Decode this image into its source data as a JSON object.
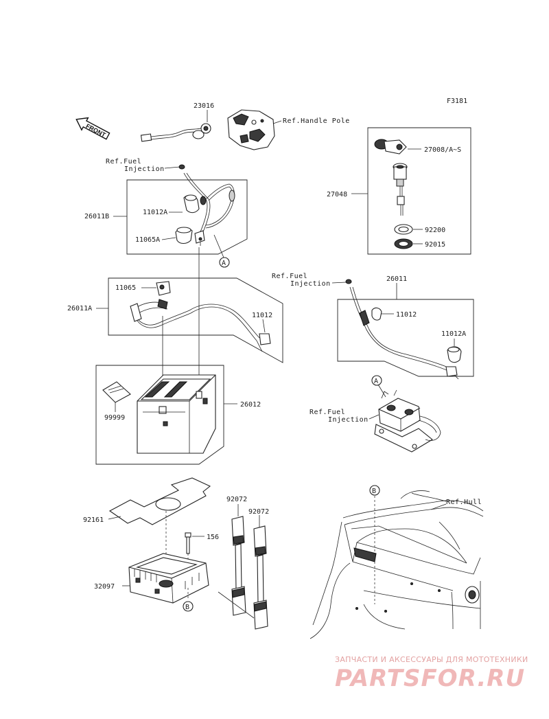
{
  "figure_code": "F3181",
  "front_label": "FRONT",
  "refs": {
    "handle_pole": "Ref.Handle Pole",
    "hull": "Ref.Hull",
    "fuel_injection_1": [
      "Ref.Fuel",
      "Injection"
    ],
    "fuel_injection_2": [
      "Ref.Fuel",
      "Injection"
    ],
    "fuel_injection_3": [
      "Ref.Fuel",
      "Injection"
    ]
  },
  "parts": {
    "p23016": "23016",
    "p26011B": "26011B",
    "p11012A_left": "11012A",
    "p11065A": "11065A",
    "p11065": "11065",
    "p26011A": "26011A",
    "p11012_left": "11012",
    "p99999": "99999",
    "p26012": "26012",
    "p27008": "27008/A~S",
    "p27048": "27048",
    "p92200": "92200",
    "p92015": "92015",
    "p26011": "26011",
    "p11012_right": "11012",
    "p11012A_right": "11012A",
    "p92161": "92161",
    "p156": "156",
    "p32097": "32097",
    "p92072_a": "92072",
    "p92072_b": "92072"
  },
  "callouts": {
    "a1": "A",
    "a2": "A",
    "b1": "B",
    "b2": "B"
  },
  "watermark": {
    "line1": "ЗАПЧАСТИ И АКСЕССУАРЫ ДЛЯ МОТОТЕХНИКИ",
    "line2": "PARTSFOR.RU"
  }
}
